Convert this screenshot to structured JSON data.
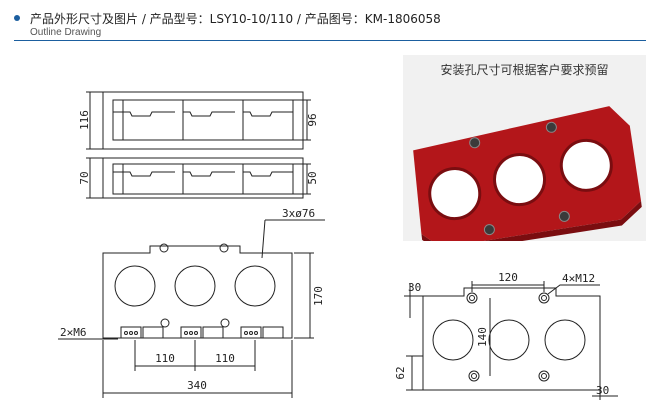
{
  "header": {
    "title": "产品外形尺寸及图片 / 产品型号：LSY10-10/110 / 产品图号：KM-1806058",
    "subtitle": "Outline Drawing"
  },
  "photo": {
    "caption": "安装孔尺寸可根据客户要求预留"
  },
  "drawing_top": {
    "dim_116": "116",
    "dim_96": "96"
  },
  "drawing_mid": {
    "dim_70": "70",
    "dim_50": "50"
  },
  "drawing_front": {
    "holes_label": "3xø76",
    "screw_label": "2✕M6",
    "dim_170": "170",
    "dim_110a": "110",
    "dim_110b": "110",
    "dim_340": "340"
  },
  "drawing_mount": {
    "dim_30_top": "30",
    "dim_120": "120",
    "screw_label": "4✕M12",
    "dim_140": "140",
    "dim_62": "62",
    "dim_30_bottom": "30"
  },
  "colors": {
    "accent": "#1b5e9f",
    "line": "#222222",
    "part_red": "#b3161a"
  }
}
